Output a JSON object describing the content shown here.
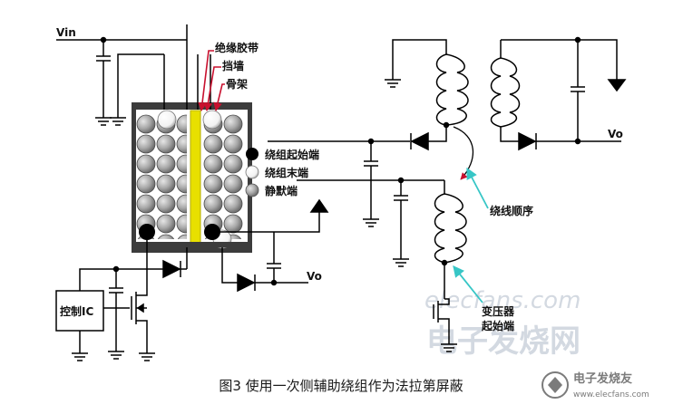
{
  "labels": {
    "vin": "Vin",
    "insulation_tape": "绝缘胶带",
    "barrier": "挡墙",
    "bobbin": "骨架",
    "winding_start": "绕组起始端",
    "winding_end": "绕组末端",
    "quiet_end": "静默端",
    "winding_order": "绕线顺序",
    "transformer_start_line1": "变压器",
    "transformer_start_line2": "起始端",
    "vo_left": "Vo",
    "vo_right": "Vo",
    "control_ic": "控制IC"
  },
  "caption": "图3  使用一次侧辅助绕组作为法拉第屏蔽",
  "watermark": {
    "line1": "elecfans.com",
    "line2": "电子发烧网"
  },
  "logo": {
    "text": "电子发烧友",
    "url": "www.elecfans.com"
  },
  "colors": {
    "wire": "#000000",
    "core": "#3c3c3c",
    "tape": "#e8e000",
    "arrow": "#c8102e",
    "teal": "#37c6c6"
  }
}
